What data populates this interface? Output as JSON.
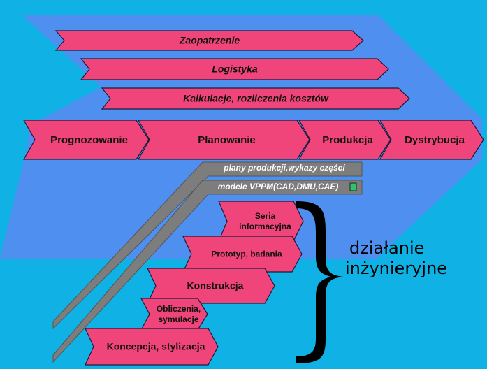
{
  "colors": {
    "background": "#10b2e6",
    "plane": "#4f8ff0",
    "arrow_fill": "#f0457a",
    "arrow_stroke": "#1a1a3a",
    "grey_bar": "#7d7d7d",
    "brace": "#000000"
  },
  "top_arrows": [
    "Zaopatrzenie",
    "Logistyka",
    "Kalkulacje, rozliczenia kosztów"
  ],
  "main_chain": [
    "Prognozowanie",
    "Planowanie",
    "Produkcja",
    "Dystrybucja"
  ],
  "grey_bars": [
    "plany produkcji,wykazy części",
    "modele VPPM(CAD,DMU,CAE)"
  ],
  "stairs": [
    {
      "lines": [
        "Seria",
        "informacyjna"
      ]
    },
    {
      "lines": [
        "Prototyp, badania"
      ]
    },
    {
      "lines": [
        "Konstrukcja"
      ]
    },
    {
      "lines": [
        "Obliczenia,",
        "symulacje"
      ]
    },
    {
      "lines": [
        "Koncepcja, stylizacja"
      ]
    }
  ],
  "brace_label": [
    "działanie",
    "inżynieryjne"
  ],
  "grey_marker_icon": "small-green-square-icon"
}
